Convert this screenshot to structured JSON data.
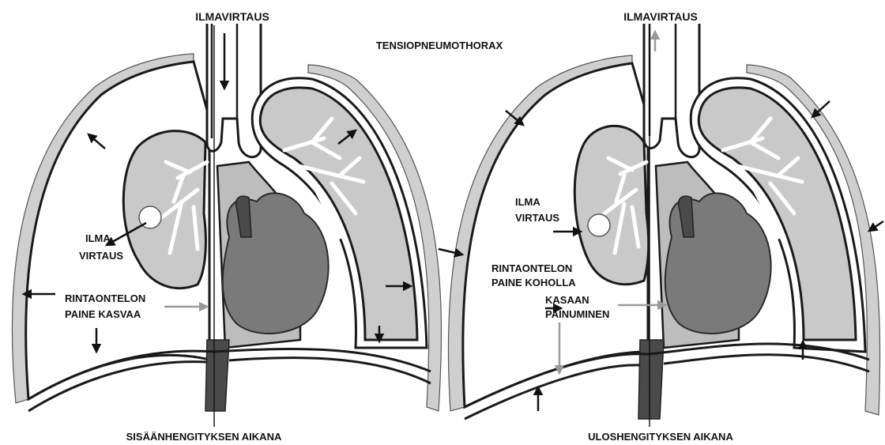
{
  "title": "TENSIOPNEUMOTHORAX",
  "left_panel": {
    "airflow_top": "ILMAVIRTAUS",
    "air_flow_line1": "ILMA",
    "air_flow_line2": "VIRTAUS",
    "pressure_line1": "RINTAONTELON",
    "pressure_line2": "PAINE KASVAA",
    "caption": "SISÄÄNHENGITYKSEN AIKANA"
  },
  "right_panel": {
    "airflow_top": "ILMAVIRTAUS",
    "air_flow_line1": "ILMA",
    "air_flow_line2": "VIRTAUS",
    "pressure_line1": "RINTAONTELON",
    "pressure_line2": "PAINE KOHOLLA",
    "collapse_line1": "KASAAN",
    "collapse_line2": "PAINUMINEN",
    "caption": "ULOSHENGITYKSEN AIKANA"
  },
  "colors": {
    "lung": "#c9c9c9",
    "outline": "#1a1a1a",
    "heart": "#7a7a7a",
    "grey_arrow": "#9a9a9a"
  }
}
